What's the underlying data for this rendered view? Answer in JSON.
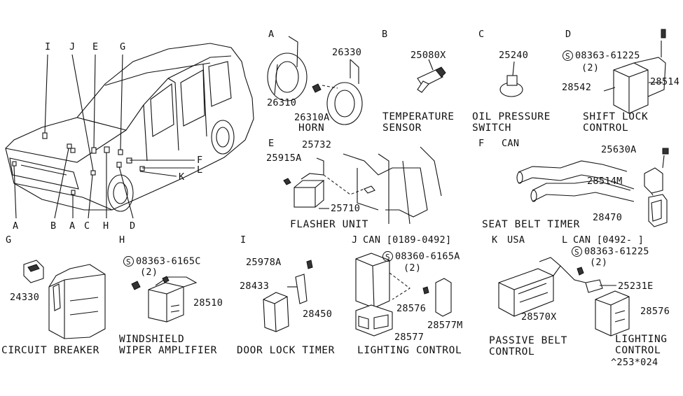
{
  "vehicle_callouts": {
    "I": "I",
    "J": "J",
    "E": "E",
    "G": "G",
    "F": "F",
    "L": "L",
    "K": "K",
    "A1": "A",
    "B": "B",
    "A2": "A",
    "C": "C",
    "H": "H",
    "D": "D"
  },
  "sections": {
    "A": {
      "letter": "A",
      "parts": [
        "26330",
        "26310",
        "26310A"
      ],
      "caption": "HORN"
    },
    "B": {
      "letter": "B",
      "parts": [
        "25080X"
      ],
      "caption": [
        "TEMPERATURE",
        "SENSOR"
      ]
    },
    "C": {
      "letter": "C",
      "parts": [
        "25240"
      ],
      "caption": [
        "OIL PRESSURE",
        "SWITCH"
      ]
    },
    "D": {
      "letter": "D",
      "bolt": "08363-61225",
      "qty": "(2)",
      "parts": [
        "28542",
        "28514"
      ],
      "caption": [
        "SHIFT LOCK",
        "CONTROL"
      ]
    },
    "E": {
      "letter": "E",
      "parts": [
        "25732",
        "25915A",
        "25710"
      ],
      "caption": "FLASHER UNIT"
    },
    "F": {
      "letter": "F",
      "note": "CAN",
      "parts": [
        "25630A",
        "28514M",
        "28470"
      ],
      "caption": "SEAT BELT TIMER"
    },
    "G": {
      "letter": "G",
      "parts": [
        "24330"
      ],
      "caption": "CIRCUIT BREAKER"
    },
    "H": {
      "letter": "H",
      "bolt": "08363-6165C",
      "qty": "(2)",
      "parts": [
        "28510"
      ],
      "caption": [
        "WINDSHIELD",
        "WIPER AMPLIFIER"
      ]
    },
    "I": {
      "letter": "I",
      "parts": [
        "25978A",
        "28433",
        "28450"
      ],
      "caption": "DOOR LOCK TIMER"
    },
    "J": {
      "letter": "J",
      "note": "CAN [0189-0492]",
      "bolt": "08360-6165A",
      "qty": "(2)",
      "parts": [
        "28576",
        "28577M",
        "28577"
      ],
      "caption": "LIGHTING CONTROL"
    },
    "K": {
      "letter": "K",
      "note": "USA",
      "parts": [
        "28570X"
      ],
      "caption": [
        "PASSIVE BELT",
        "CONTROL"
      ]
    },
    "L": {
      "letter": "L",
      "note": "CAN [0492-    ]",
      "bolt": "08363-61225",
      "qty": "(2)",
      "parts": [
        "25231E",
        "28576"
      ],
      "caption": [
        "LIGHTING",
        "CONTROL"
      ]
    }
  },
  "bolt_symbol": "S",
  "drawing_code": "^253*024"
}
